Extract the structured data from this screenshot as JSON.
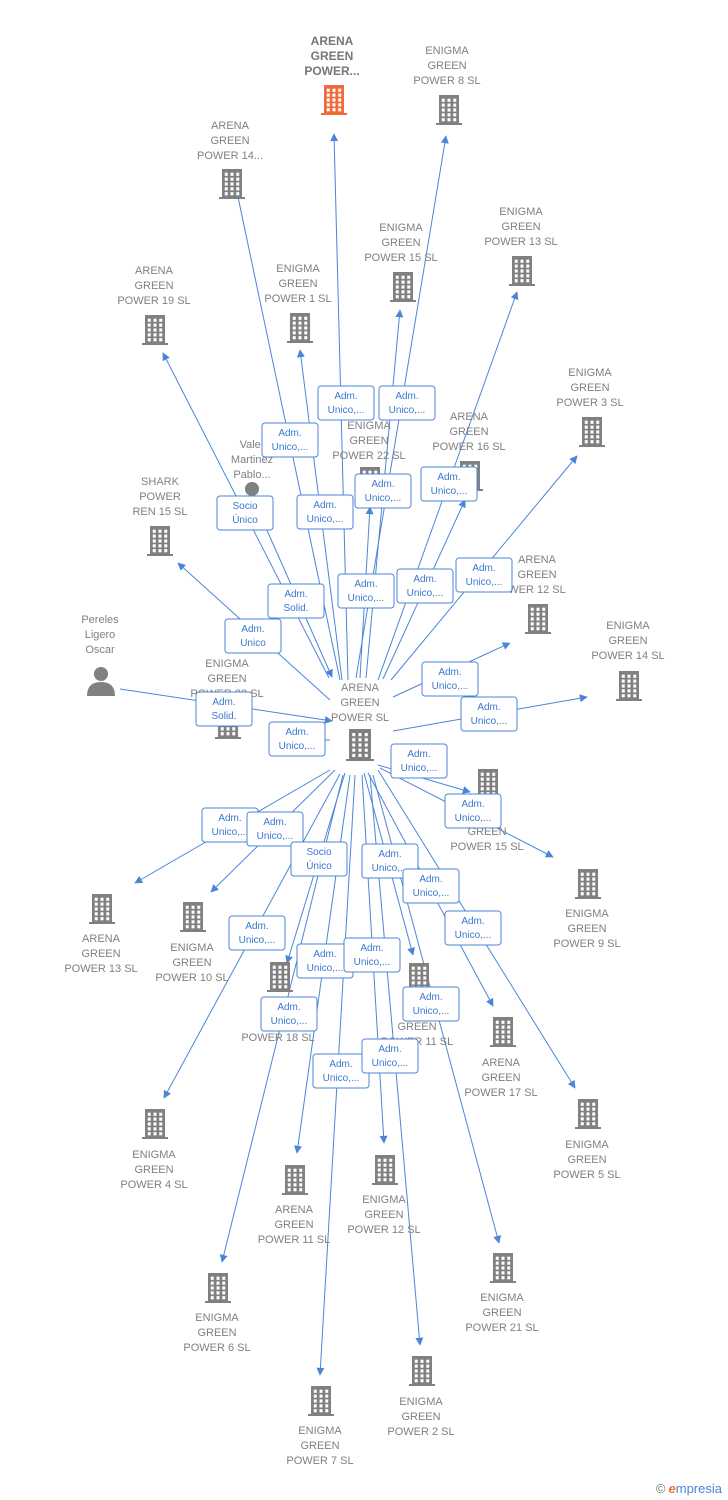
{
  "colors": {
    "edge": "#4a86d8",
    "building": "#808080",
    "highlight": "#f26b3a",
    "person": "#808080"
  },
  "center": {
    "lines": [
      "ARENA",
      "GREEN",
      "POWER  SL"
    ],
    "icon": "building-icon"
  },
  "nodes": [
    {
      "id": "n1",
      "lines": [
        "ARENA",
        "GREEN",
        "POWER..."
      ],
      "icon": "building-icon",
      "highlight": true
    },
    {
      "id": "n2",
      "lines": [
        "ENIGMA",
        "GREEN",
        "POWER 8  SL"
      ],
      "icon": "building-icon"
    },
    {
      "id": "n3",
      "lines": [
        "ARENA",
        "GREEN",
        "POWER 14..."
      ],
      "icon": "building-icon"
    },
    {
      "id": "n4",
      "lines": [
        "ENIGMA",
        "GREEN",
        "POWER 15  SL"
      ],
      "icon": "building-icon"
    },
    {
      "id": "n5",
      "lines": [
        "ENIGMA",
        "GREEN",
        "POWER 13  SL"
      ],
      "icon": "building-icon"
    },
    {
      "id": "n6",
      "lines": [
        "ARENA",
        "GREEN",
        "POWER 19  SL"
      ],
      "icon": "building-icon"
    },
    {
      "id": "n7",
      "lines": [
        "ENIGMA",
        "GREEN",
        "POWER 1  SL"
      ],
      "icon": "building-icon"
    },
    {
      "id": "n8",
      "lines": [
        "ENIGMA",
        "GREEN",
        "POWER 3  SL"
      ],
      "icon": "building-icon"
    },
    {
      "id": "n9",
      "lines": [
        "ARENA",
        "GREEN",
        "POWER 16  SL"
      ],
      "icon": "building-icon"
    },
    {
      "id": "n10",
      "lines": [
        "ENIGMA",
        "GREEN",
        "POWER 22  SL"
      ],
      "icon": "building-icon"
    },
    {
      "id": "n11",
      "lines": [
        "Valer",
        "Martinez",
        "Pablo..."
      ],
      "icon": "person-icon"
    },
    {
      "id": "n12",
      "lines": [
        "SHARK",
        "POWER",
        "REN 15  SL"
      ],
      "icon": "building-icon"
    },
    {
      "id": "n13",
      "lines": [
        "ARENA",
        "GREEN",
        "WER 12  SL"
      ],
      "icon": "building-icon"
    },
    {
      "id": "n14",
      "lines": [
        "ENIGMA",
        "GREEN",
        "POWER 14  SL"
      ],
      "icon": "building-icon"
    },
    {
      "id": "n15",
      "lines": [
        "Pereles",
        "Ligero",
        "Oscar"
      ],
      "icon": "person-icon"
    },
    {
      "id": "n16",
      "lines": [
        "ENIGMA",
        "GREEN",
        "POWER 23  SL"
      ],
      "icon": "building-icon"
    },
    {
      "id": "n17",
      "lines": [
        "A",
        "GREEN",
        "POWER 15  SL"
      ],
      "icon": "building-icon"
    },
    {
      "id": "n18",
      "lines": [
        "ENIGMA",
        "GREEN",
        "POWER 9  SL"
      ],
      "icon": "building-icon"
    },
    {
      "id": "n19",
      "lines": [
        "ARENA",
        "GREEN",
        "POWER 13  SL"
      ],
      "icon": "building-icon"
    },
    {
      "id": "n20",
      "lines": [
        "ENIGMA",
        "GREEN",
        "POWER 10  SL"
      ],
      "icon": "building-icon"
    },
    {
      "id": "n21",
      "lines": [
        "POWER 18  SL"
      ],
      "icon": "building-icon"
    },
    {
      "id": "n22",
      "lines": [
        "EN",
        "GREEN",
        "POWER 11  SL"
      ],
      "icon": "building-icon"
    },
    {
      "id": "n23",
      "lines": [
        "ARENA",
        "GREEN",
        "POWER 17  SL"
      ],
      "icon": "building-icon"
    },
    {
      "id": "n24",
      "lines": [
        "ENIGMA",
        "GREEN",
        "POWER 5  SL"
      ],
      "icon": "building-icon"
    },
    {
      "id": "n25",
      "lines": [
        "ENIGMA",
        "GREEN",
        "POWER 4  SL"
      ],
      "icon": "building-icon"
    },
    {
      "id": "n26",
      "lines": [
        "ARENA",
        "GREEN",
        "POWER 11  SL"
      ],
      "icon": "building-icon"
    },
    {
      "id": "n27",
      "lines": [
        "ENIGMA",
        "GREEN",
        "POWER 12  SL"
      ],
      "icon": "building-icon"
    },
    {
      "id": "n28",
      "lines": [
        "ENIGMA",
        "GREEN",
        "POWER 21  SL"
      ],
      "icon": "building-icon"
    },
    {
      "id": "n29",
      "lines": [
        "ENIGMA",
        "GREEN",
        "POWER 6  SL"
      ],
      "icon": "building-icon"
    },
    {
      "id": "n30",
      "lines": [
        "ENIGMA",
        "GREEN",
        "POWER 7  SL"
      ],
      "icon": "building-icon"
    },
    {
      "id": "n31",
      "lines": [
        "ENIGMA",
        "GREEN",
        "POWER 2  SL"
      ],
      "icon": "building-icon"
    }
  ],
  "edges": [
    {
      "from": "center",
      "to": "n1",
      "label": [
        "Adm.",
        "Unico,..."
      ]
    },
    {
      "from": "center",
      "to": "n2",
      "label": [
        "Adm.",
        "Unico,..."
      ]
    },
    {
      "from": "center",
      "to": "n3",
      "label": [
        "Adm.",
        "Unico,..."
      ]
    },
    {
      "from": "center",
      "to": "n4",
      "label": [
        "Adm.",
        "Unico,..."
      ]
    },
    {
      "from": "center",
      "to": "n5",
      "label": [
        "Adm.",
        "Unico,..."
      ]
    },
    {
      "from": "center",
      "to": "n6",
      "label": [
        "Adm.",
        "Solid."
      ]
    },
    {
      "from": "center",
      "to": "n7",
      "label": [
        "Adm.",
        "Unico,..."
      ]
    },
    {
      "from": "center",
      "to": "n8",
      "label": [
        "Adm.",
        "Unico,..."
      ]
    },
    {
      "from": "center",
      "to": "n9",
      "label": [
        "Adm.",
        "Unico,..."
      ]
    },
    {
      "from": "center",
      "to": "n10",
      "label": [
        "Adm.",
        "Unico,..."
      ]
    },
    {
      "from": "n11",
      "to": "center",
      "label": [
        "Socio",
        "Único"
      ]
    },
    {
      "from": "center",
      "to": "n12",
      "label": [
        "Adm.",
        "Unico"
      ]
    },
    {
      "from": "center",
      "to": "n13",
      "label": [
        "Adm.",
        "Unico,..."
      ]
    },
    {
      "from": "center",
      "to": "n14",
      "label": [
        "Adm.",
        "Unico,..."
      ]
    },
    {
      "from": "n15",
      "to": "center",
      "label": [
        "Adm.",
        "Solid."
      ]
    },
    {
      "from": "center",
      "to": "n16",
      "label": [
        "Adm.",
        "Unico,..."
      ]
    },
    {
      "from": "center",
      "to": "n17",
      "label": [
        "Adm.",
        "Unico,..."
      ]
    },
    {
      "from": "center",
      "to": "n18",
      "label": [
        "Adm.",
        "Unico,..."
      ]
    },
    {
      "from": "center",
      "to": "n19",
      "label": [
        "Adm.",
        "Unico,..."
      ]
    },
    {
      "from": "center",
      "to": "n20",
      "label": [
        "Adm.",
        "Unico,..."
      ]
    },
    {
      "from": "center",
      "to": "n21",
      "label": [
        "Socio",
        "Único"
      ]
    },
    {
      "from": "center",
      "to": "n22",
      "label": [
        "Adm.",
        "Unico,..."
      ]
    },
    {
      "from": "center",
      "to": "n23",
      "label": [
        "Adm.",
        "Unico,..."
      ]
    },
    {
      "from": "center",
      "to": "n24",
      "label": [
        "Adm.",
        "Unico,..."
      ]
    },
    {
      "from": "center",
      "to": "n25",
      "label": [
        "Adm.",
        "Unico,..."
      ]
    },
    {
      "from": "center",
      "to": "n26",
      "label": [
        "Adm.",
        "Unico,..."
      ]
    },
    {
      "from": "center",
      "to": "n27",
      "label": [
        "Adm.",
        "Unico,..."
      ]
    },
    {
      "from": "center",
      "to": "n28",
      "label": [
        "Adm.",
        "Unico,..."
      ]
    },
    {
      "from": "center",
      "to": "n29",
      "label": [
        "Adm.",
        "Unico,..."
      ]
    },
    {
      "from": "center",
      "to": "n30",
      "label": [
        "Adm.",
        "Unico,..."
      ]
    },
    {
      "from": "center",
      "to": "n31",
      "label": [
        "Adm.",
        "Unico,..."
      ]
    }
  ],
  "watermark": {
    "copyright": "©",
    "brand_initial": "e",
    "brand_rest": "mpresia"
  }
}
